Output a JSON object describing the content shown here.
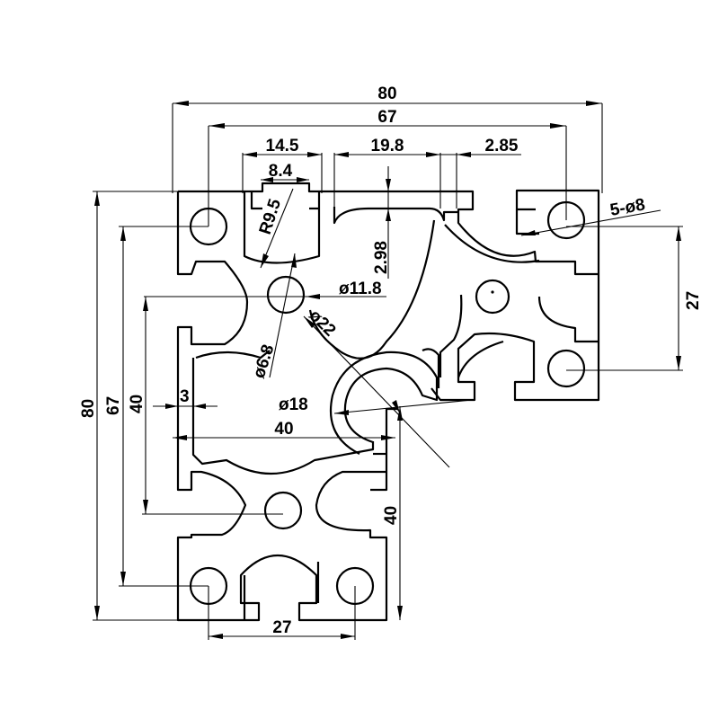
{
  "drawing": {
    "profile": "80x80 L-shaped aluminium extrusion profile",
    "dimensions": {
      "overall_width": "80",
      "hole_spacing_top": "67",
      "slot_width": "14.5",
      "slot_opening": "8.4",
      "top_offset": "19.8",
      "wall_step": "2.85",
      "groove_radius": "R9.5",
      "lip_thickness": "2.98",
      "hole_corner": "ø11.8",
      "hole_core": "ø6.8",
      "arc_diameter": "ø22",
      "bore_arc": "ø18",
      "wall_thickness": "3",
      "inner_width": "40",
      "holes_callout": "5-ø8",
      "right_spacing": "27",
      "overall_height": "80",
      "hole_spacing_left": "67",
      "inner_height": "40",
      "leg_height": "40",
      "bottom_spacing": "27"
    }
  }
}
